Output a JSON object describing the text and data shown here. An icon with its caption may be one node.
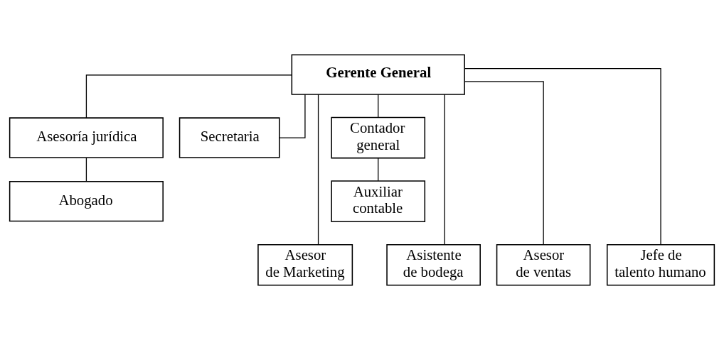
{
  "diagram": {
    "nodes": [
      {
        "text": [
          "Gerente General"
        ]
      },
      {
        "text": [
          "Asesoría jurídica"
        ]
      },
      {
        "text": [
          "Secretaria"
        ]
      },
      {
        "text": [
          "Abogado"
        ]
      },
      {
        "text": [
          "Asesor de Marketing"
        ]
      },
      {
        "text": [
          "Contador general"
        ]
      },
      {
        "text": [
          "Asistente de bodega"
        ]
      },
      {
        "text": [
          "Asesor de ventas"
        ]
      },
      {
        "text": [
          "Jefe de talento humano"
        ]
      },
      {
        "text": [
          "Auxiliar contable"
        ]
      }
    ],
    "edges": [
      {
        "from": 0,
        "to": 1,
        "arrow": "none"
      },
      {
        "from": 0,
        "to": 2,
        "arrow": "none"
      },
      {
        "from": 1,
        "to": 3,
        "arrow": "none"
      },
      {
        "from": 0,
        "to": 4,
        "arrow": "none"
      },
      {
        "from": 0,
        "to": 5,
        "arrow": "none"
      },
      {
        "from": 0,
        "to": 6,
        "arrow": "none"
      },
      {
        "from": 0,
        "to": 7,
        "arrow": "none"
      },
      {
        "from": 0,
        "to": 8,
        "arrow": "none"
      },
      {
        "from": 5,
        "to": 9,
        "arrow": "none"
      }
    ]
  }
}
